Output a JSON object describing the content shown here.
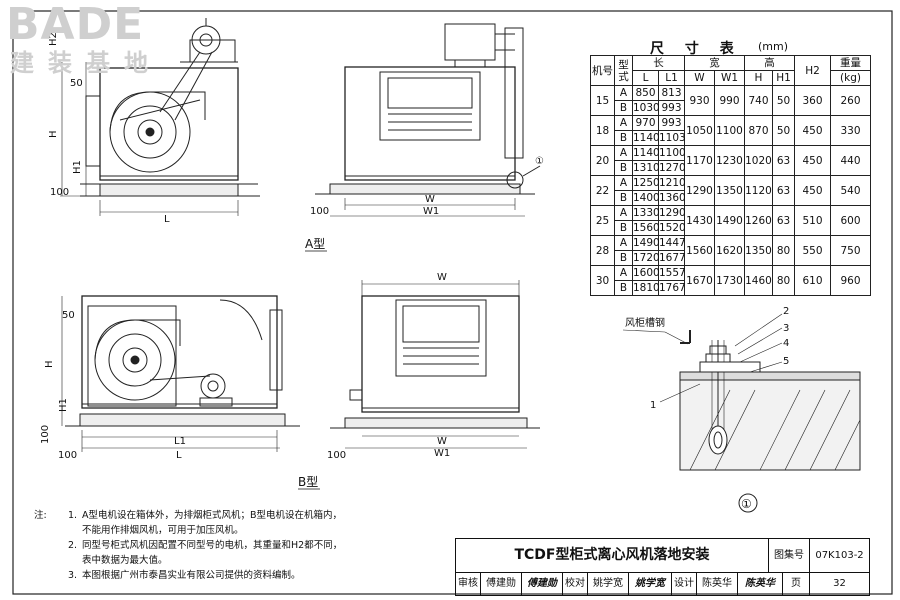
{
  "logo": {
    "brand": "BADE",
    "cn": "建装基地"
  },
  "views": {
    "view_a_label": "A型",
    "view_b_label": "B型",
    "detail_label": "①",
    "detail_callout": "①",
    "steel_label": "风柜槽钢",
    "dims": {
      "h2": "H2",
      "h50": "50",
      "h": "H",
      "h1": "H1",
      "h100": "100",
      "w100": "100",
      "l": "L",
      "l1": "L1",
      "w": "W",
      "w1": "W1"
    },
    "parts": [
      "1",
      "2",
      "3",
      "4",
      "5"
    ]
  },
  "table": {
    "title": "尺 寸 表",
    "unit": "(mm)",
    "headers": {
      "model": "机号",
      "type": "型式",
      "length": "长",
      "width": "宽",
      "height": "高",
      "h2": "H2",
      "weight": "重量",
      "weight_unit": "(kg)",
      "l": "L",
      "l1": "L1",
      "w": "W",
      "w1": "W1",
      "hh": "H",
      "h1": "H1"
    },
    "rows": [
      {
        "model": "15",
        "a": {
          "L": "850",
          "L1": "813"
        },
        "b": {
          "L": "1030",
          "L1": "993"
        },
        "W": "930",
        "W1": "990",
        "H": "740",
        "H1": "50",
        "H2": "360",
        "kg": "260"
      },
      {
        "model": "18",
        "a": {
          "L": "970",
          "L1": "993"
        },
        "b": {
          "L": "1140",
          "L1": "1103"
        },
        "W": "1050",
        "W1": "1100",
        "H": "870",
        "H1": "50",
        "H2": "450",
        "kg": "330"
      },
      {
        "model": "20",
        "a": {
          "L": "1140",
          "L1": "1100"
        },
        "b": {
          "L": "1310",
          "L1": "1270"
        },
        "W": "1170",
        "W1": "1230",
        "H": "1020",
        "H1": "63",
        "H2": "450",
        "kg": "440"
      },
      {
        "model": "22",
        "a": {
          "L": "1250",
          "L1": "1210"
        },
        "b": {
          "L": "1400",
          "L1": "1360"
        },
        "W": "1290",
        "W1": "1350",
        "H": "1120",
        "H1": "63",
        "H2": "450",
        "kg": "540"
      },
      {
        "model": "25",
        "a": {
          "L": "1330",
          "L1": "1290"
        },
        "b": {
          "L": "1560",
          "L1": "1520"
        },
        "W": "1430",
        "W1": "1490",
        "H": "1260",
        "H1": "63",
        "H2": "510",
        "kg": "600"
      },
      {
        "model": "28",
        "a": {
          "L": "1490",
          "L1": "1447"
        },
        "b": {
          "L": "1720",
          "L1": "1677"
        },
        "W": "1560",
        "W1": "1620",
        "H": "1350",
        "H1": "80",
        "H2": "550",
        "kg": "750"
      },
      {
        "model": "30",
        "a": {
          "L": "1600",
          "L1": "1557"
        },
        "b": {
          "L": "1810",
          "L1": "1767"
        },
        "W": "1670",
        "W1": "1730",
        "H": "1460",
        "H1": "80",
        "H2": "610",
        "kg": "960"
      }
    ],
    "type_a": "A",
    "type_b": "B"
  },
  "notes": {
    "label": "注:",
    "items": [
      {
        "num": "1.",
        "lines": [
          "A型电机设在箱体外，为排烟柜式风机；B型电机设在机箱内，",
          "不能用作排烟风机，可用于加压风机。"
        ]
      },
      {
        "num": "2.",
        "lines": [
          "同型号柜式风机因配置不同型号的电机，其重量和H2都不同，",
          "表中数据为最大值。"
        ]
      },
      {
        "num": "3.",
        "lines": [
          "本图根据广州市泰昌实业有限公司提供的资料编制。"
        ]
      }
    ]
  },
  "title_block": {
    "title": "TCDF型柜式离心风机落地安装",
    "atlas_label": "图集号",
    "atlas_no": "07K103-2",
    "review_label": "审核",
    "reviewer": "傅建勋",
    "review_sign": "傅建勋",
    "check_label": "校对",
    "checker": "姚学宽",
    "check_sign": "姚学宽",
    "design_label": "设计",
    "designer": "陈英华",
    "design_sign": "陈英华",
    "page_label": "页",
    "page_no": "32"
  }
}
